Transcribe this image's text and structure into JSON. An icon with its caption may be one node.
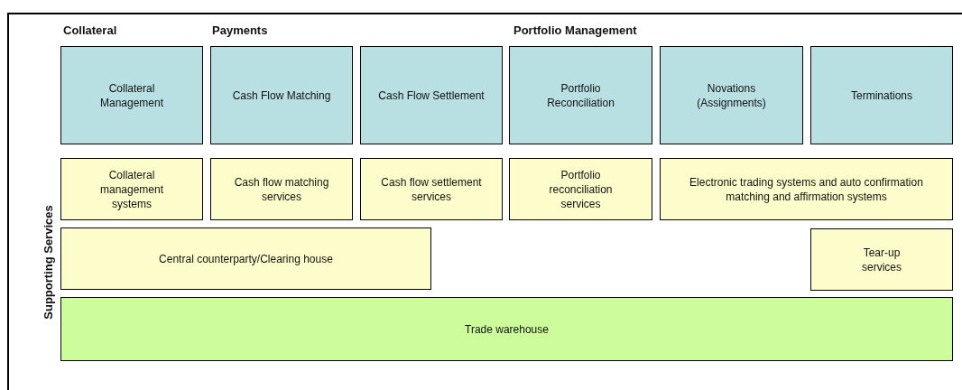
{
  "diagram": {
    "nodes": [
      {
        "text": [
          "Collateral Management"
        ]
      },
      {
        "text": [
          "Cash Flow Matching"
        ]
      },
      {
        "text": [
          "Cash Flow Settlement"
        ]
      },
      {
        "text": [
          "Portfolio Reconciliation"
        ]
      },
      {
        "text": [
          "Novations (Assignments)"
        ]
      },
      {
        "text": [
          "Terminations"
        ]
      },
      {
        "text": [
          "Collateral management systems"
        ]
      },
      {
        "text": [
          "Cash flow matching services"
        ]
      },
      {
        "text": [
          "Cash flow settlement services"
        ]
      },
      {
        "text": [
          "Portfolio reconciliation services"
        ]
      },
      {
        "text": [
          "Electronic trading systems and auto confirmation matching and affirmation systems"
        ]
      },
      {
        "text": [
          "Central counterparty/Clearing house"
        ]
      },
      {
        "text": [
          "Tear-up services"
        ]
      },
      {
        "text": [
          "Trade warehouse"
        ]
      }
    ],
    "labels": [
      "Collateral",
      "Payments",
      "Portfolio Management",
      "Supporting Services"
    ]
  }
}
